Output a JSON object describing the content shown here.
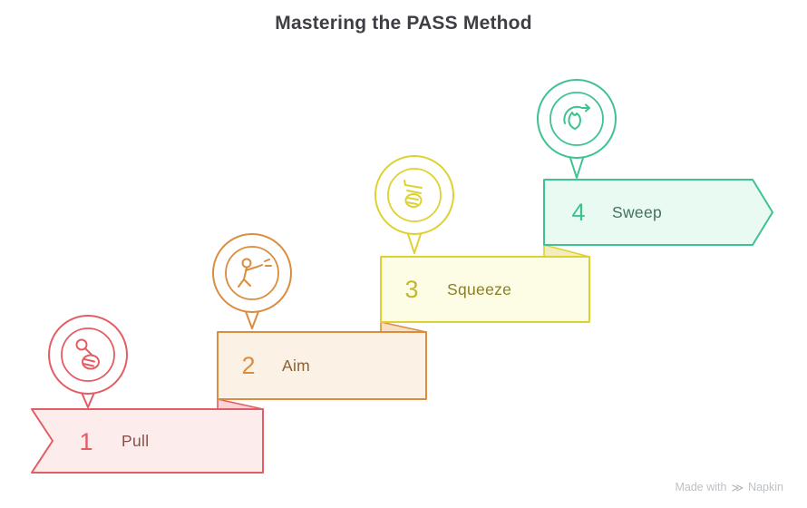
{
  "title": "Mastering the PASS Method",
  "diagram": {
    "steps": [
      {
        "number": "1",
        "label": "Pull",
        "icon": "pull-pin-icon",
        "accent_color": "#e35d63",
        "fill_color": "#fcecec",
        "label_color": "#8a4f4a"
      },
      {
        "number": "2",
        "label": "Aim",
        "icon": "person-aiming-icon",
        "accent_color": "#da8d3e",
        "fill_color": "#fcf1e5",
        "label_color": "#8a6132"
      },
      {
        "number": "3",
        "label": "Squeeze",
        "icon": "hand-squeeze-icon",
        "accent_color": "#ddd231",
        "fill_color": "#fdfce5",
        "label_color": "#8a7f2c"
      },
      {
        "number": "4",
        "label": "Sweep",
        "icon": "flame-sweep-icon",
        "accent_color": "#3ec38f",
        "fill_color": "#e9faf2",
        "label_color": "#44705f"
      }
    ]
  },
  "footer": {
    "made_with": "Made with",
    "brand": "Napkin"
  }
}
